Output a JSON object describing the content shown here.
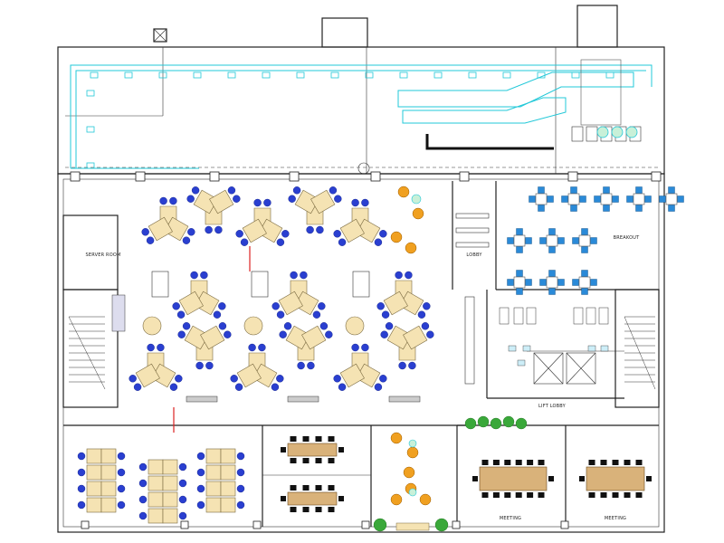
{
  "plan": {
    "title": "",
    "colors": {
      "wall": "#222222",
      "hvac": "#22c8d8",
      "workstation_desk": "#f5e3b3",
      "task_chair": "#2a3fd0",
      "meeting_table": "#d9b27a",
      "lounge_seat": "#f0a020",
      "planter": "#3aa83a",
      "breakout_chair": "#2a8ad8",
      "sprinkler_line": "#dd2222"
    },
    "rooms": {
      "server_room": "SERVER ROOM",
      "lobby": "LOBBY",
      "breakout": "BREAKOUT",
      "lift_lobby": "LIFT LOBBY",
      "meeting_1": "MEETING",
      "meeting_2": "MEETING"
    }
  }
}
